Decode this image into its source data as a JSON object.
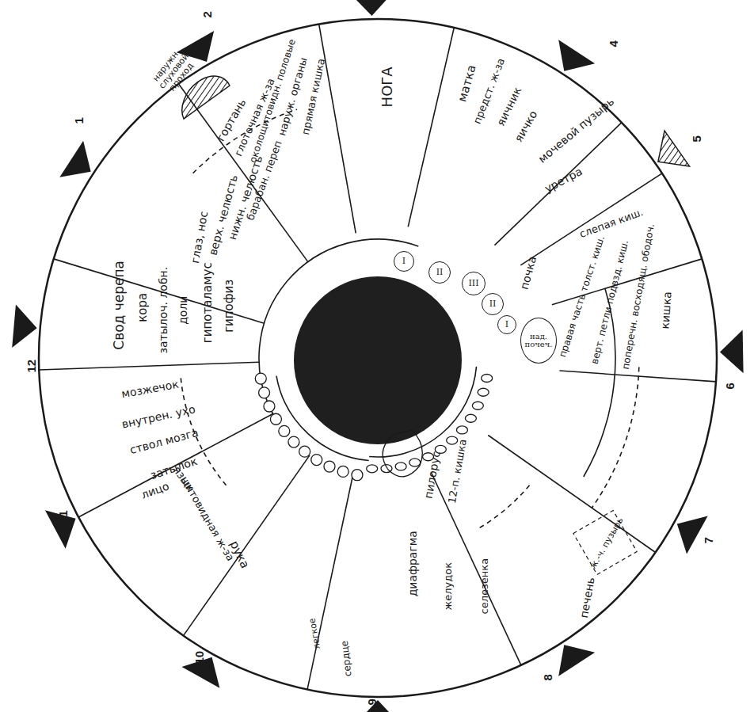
{
  "diagram": {
    "nodes": [
      {
        "text": [
          "I"
        ]
      },
      {
        "text": [
          "II"
        ]
      },
      {
        "text": [
          "III"
        ]
      },
      {
        "text": [
          "II"
        ]
      },
      {
        "text": [
          "I"
        ]
      },
      {
        "text": [
          "над. почеч."
        ]
      }
    ],
    "labels": [
      "Свод черепа",
      "кора",
      "затылоч. лобн.",
      "доли",
      "гипоталамус",
      "гипофиз",
      "глаз, нос",
      "верх. челюсть",
      "нижн. челюсть",
      "барабан. переп",
      "гортань",
      "наружн. слуховой проход",
      "глоточная ж-за",
      "околощитовидн. половые",
      "наруж. органы",
      "прямая кишка",
      "НОГА",
      "матка",
      "предст. ж-за",
      "яичник",
      "яичко",
      "мочевой пузырь",
      "уретра",
      "слепая киш.",
      "правая часть толст. киш.",
      "верт. петли подвзд. киш.",
      "поперечн. восходящ. ободоч.",
      "кишка",
      "почка",
      "пилорус",
      "12-п. кишка",
      "ж.-ч. пузырь",
      "печень",
      "диафрагма",
      "желудок",
      "селезенка",
      "легкое",
      "сердце",
      "рука",
      "щитовидная ж-за",
      "язык",
      "мозжечок",
      "внутрен. ухо",
      "ствол мозга",
      "затылок",
      "лицо",
      "12",
      "1",
      "2",
      "4",
      "5",
      "6",
      "7",
      "8",
      "9",
      "10",
      "11"
    ]
  }
}
